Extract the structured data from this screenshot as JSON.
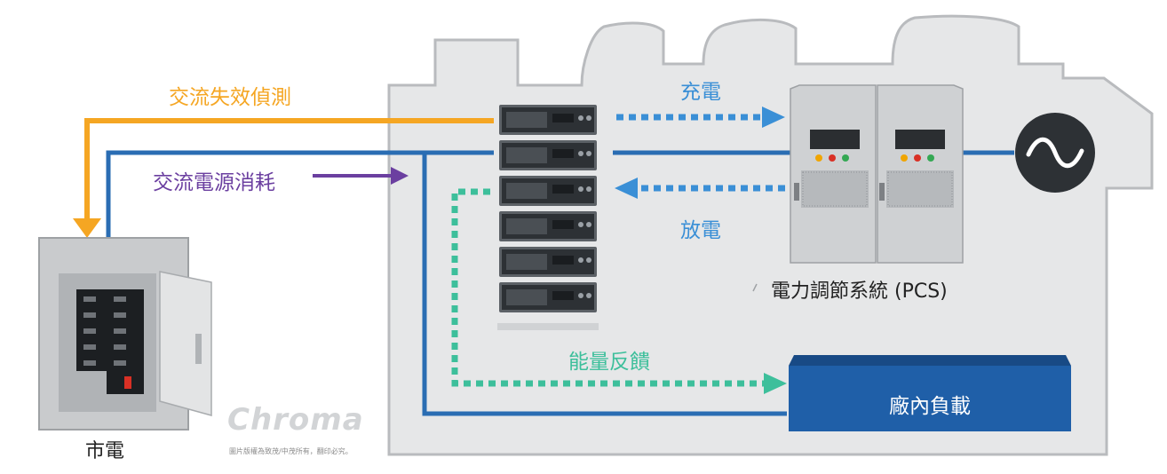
{
  "labels": {
    "ac_fail_detect": "交流失效偵測",
    "ac_power_consumption": "交流電源消耗",
    "charge": "充電",
    "discharge": "放電",
    "pcs": "電力調節系統 (PCS)",
    "energy_regen": "能量反饋",
    "factory_load": "廠內負載",
    "grid": "市電"
  },
  "brand": {
    "logo_text": "Chroma",
    "copyright": "圖片版權為致茂/中茂所有，翻印必究。"
  },
  "colors": {
    "ac_fail_line": "#f5a623",
    "bus_line": "#2a6db3",
    "consumption_arrow": "#6b3fa0",
    "charge_flow": "#3a8fd6",
    "regen_flow": "#3dbf9b",
    "load_box": "#1f5fa8",
    "building": "#e6e7e8"
  },
  "icons": {
    "ac_source": "sine-wave-icon",
    "pcs": "pcs-cabinet-icon",
    "battery": "battery-rack-icon",
    "panel": "breaker-panel-icon"
  }
}
